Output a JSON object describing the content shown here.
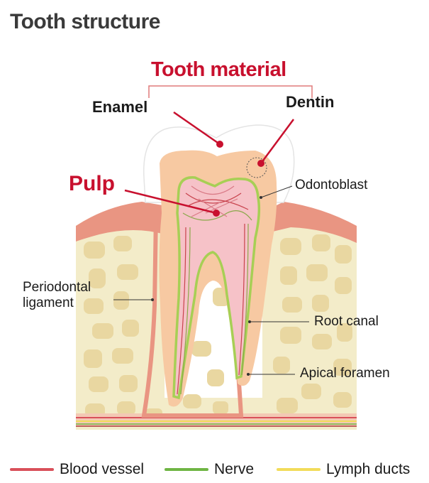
{
  "title": "Tooth structure",
  "group_label": "Tooth material",
  "labels": {
    "enamel": "Enamel",
    "dentin": "Dentin",
    "pulp": "Pulp",
    "odontoblast": "Odontoblast",
    "periodontal_ligament_line1": "Periodontal",
    "periodontal_ligament_line2": "ligament",
    "root_canal": "Root canal",
    "apical_foramen": "Apical foramen"
  },
  "legend": [
    {
      "label": "Blood vessel",
      "color": "#d9505a"
    },
    {
      "label": "Nerve",
      "color": "#6fb544"
    },
    {
      "label": "Lymph ducts",
      "color": "#f2dc5a"
    }
  ],
  "colors": {
    "accent": "#c8102e",
    "bone": "#f3ecc9",
    "bone_cell": "#e9d7a1",
    "gum": "#e99582",
    "dentin": "#f7c9a2",
    "enamel": "#ffffff",
    "pulp": "#f6c2c8"
  }
}
